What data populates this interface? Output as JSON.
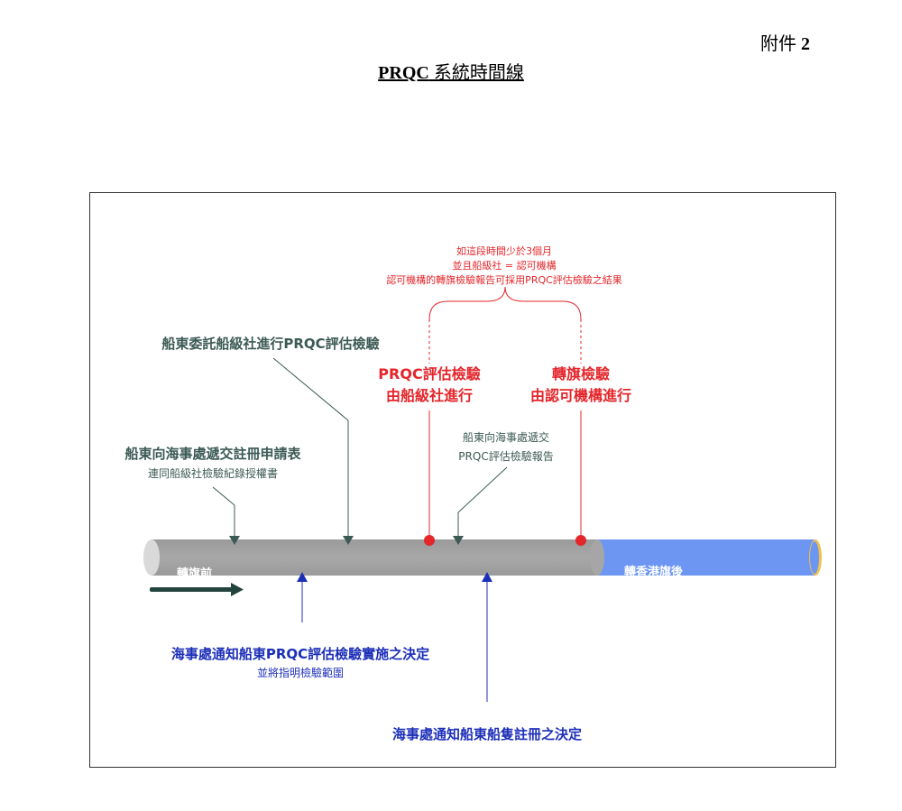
{
  "header": {
    "annex_text": "附件",
    "annex_num": "2",
    "title_bold": "PRQC",
    "title_rest": " 系統時間線"
  },
  "timeline": {
    "before_label": "轉旗前",
    "after_label": "轉香港旗後",
    "above": {
      "owner_submit_title": "船東向海事處遞交註冊申請表",
      "owner_submit_sub": "連同船級社檢驗紀錄授權書",
      "owner_commission": "船東委託船級社進行PRQC評估檢驗",
      "prqc_line1": "PRQC評估檢驗",
      "prqc_line2": "由船級社進行",
      "transfer_line1": "轉旗檢驗",
      "transfer_line2": "由認可機構進行",
      "owner_report_line1": "船東向海事處遞交",
      "owner_report_line2": "PRQC評估檢驗報告",
      "note_line1": "如這段時間少於3個月",
      "note_line2": "並且船級社 = 認可機構",
      "note_line3": "認可機構的轉旗檢驗報告可採用PRQC評估檢驗之結果"
    },
    "below": {
      "md_notify_title": "海事處通知船東PRQC評估檢驗實施之決定",
      "md_notify_sub": "並將指明檢驗範圍",
      "md_register": "海事處通知船東船隻註冊之決定"
    },
    "colors": {
      "grey_bar": "#a6a6a6",
      "blue_bar": "#6d96f2",
      "green": "#3c5a54",
      "red": "#e4252a",
      "blue": "#1c2fb8"
    }
  }
}
